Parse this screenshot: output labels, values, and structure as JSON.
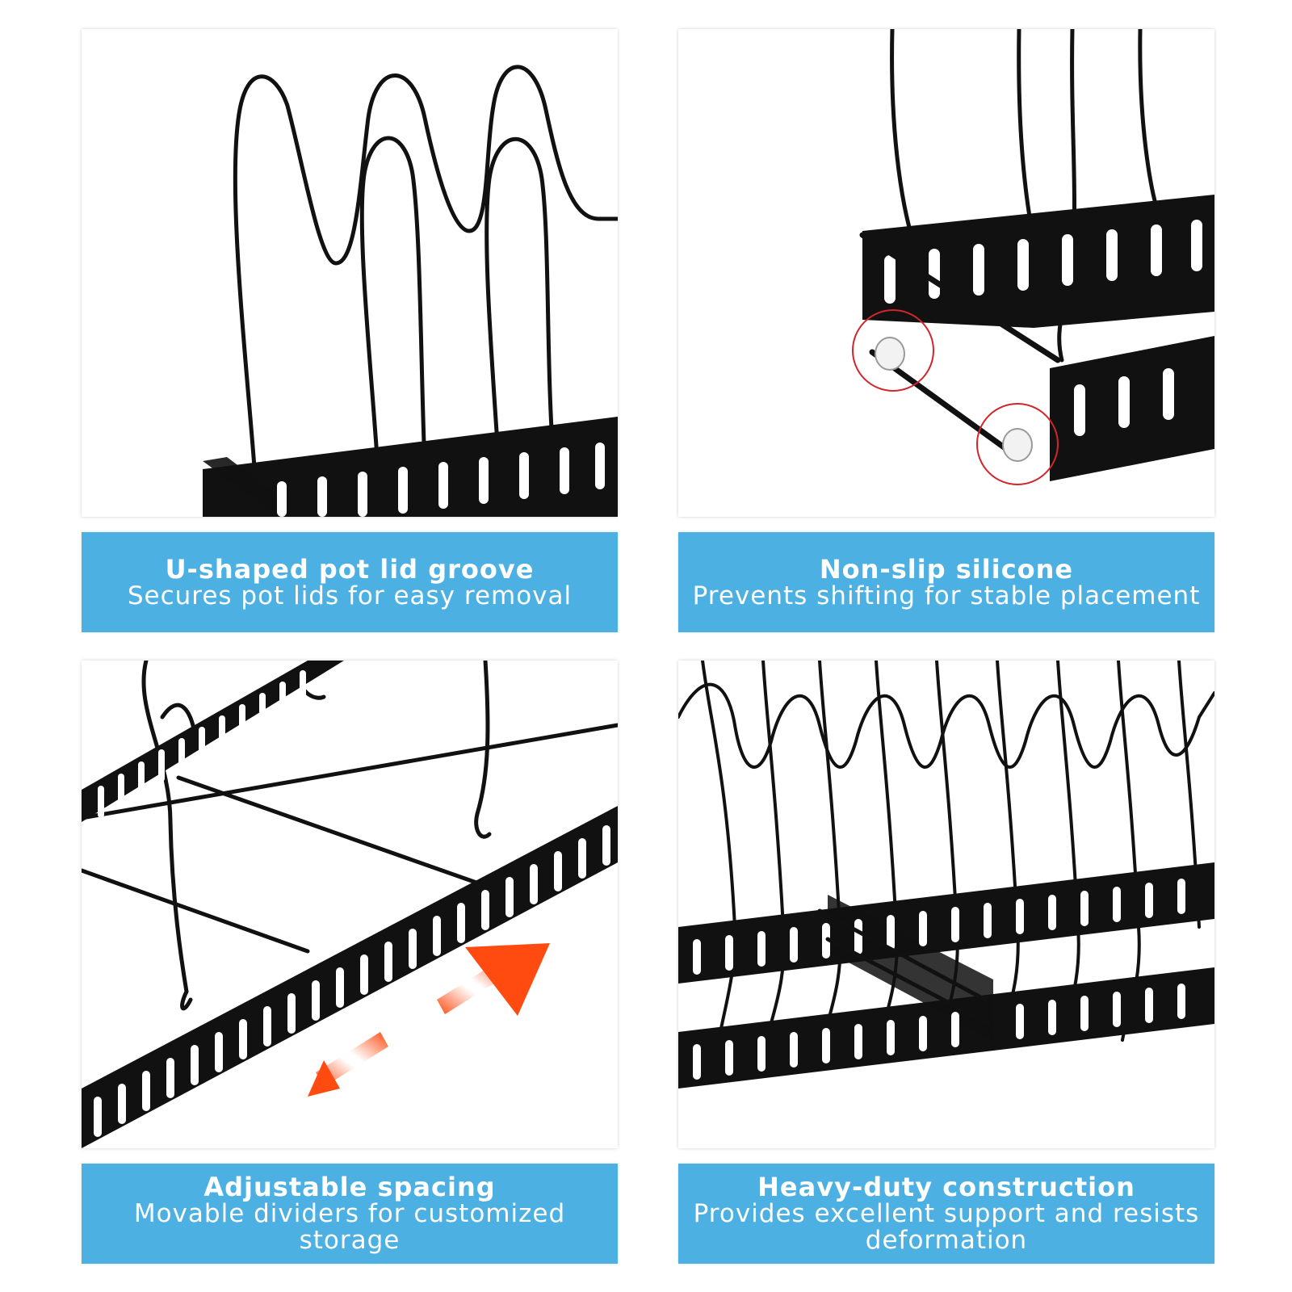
{
  "colors": {
    "caption_background": "#4db0e3",
    "caption_text": "#ffffff",
    "rack_metal": "#111111",
    "highlight_circle": "#d0262b",
    "arrow": "#ff4a10"
  },
  "features": [
    {
      "title": "U-shaped pot lid groove",
      "subtitle": "Secures pot lids for easy removal"
    },
    {
      "title": "Non-slip silicone",
      "subtitle": "Prevents shifting for stable placement"
    },
    {
      "title": "Adjustable spacing",
      "subtitle": "Movable dividers for customized storage"
    },
    {
      "title": "Heavy-duty construction",
      "subtitle": "Provides excellent support and resists deformation"
    }
  ]
}
